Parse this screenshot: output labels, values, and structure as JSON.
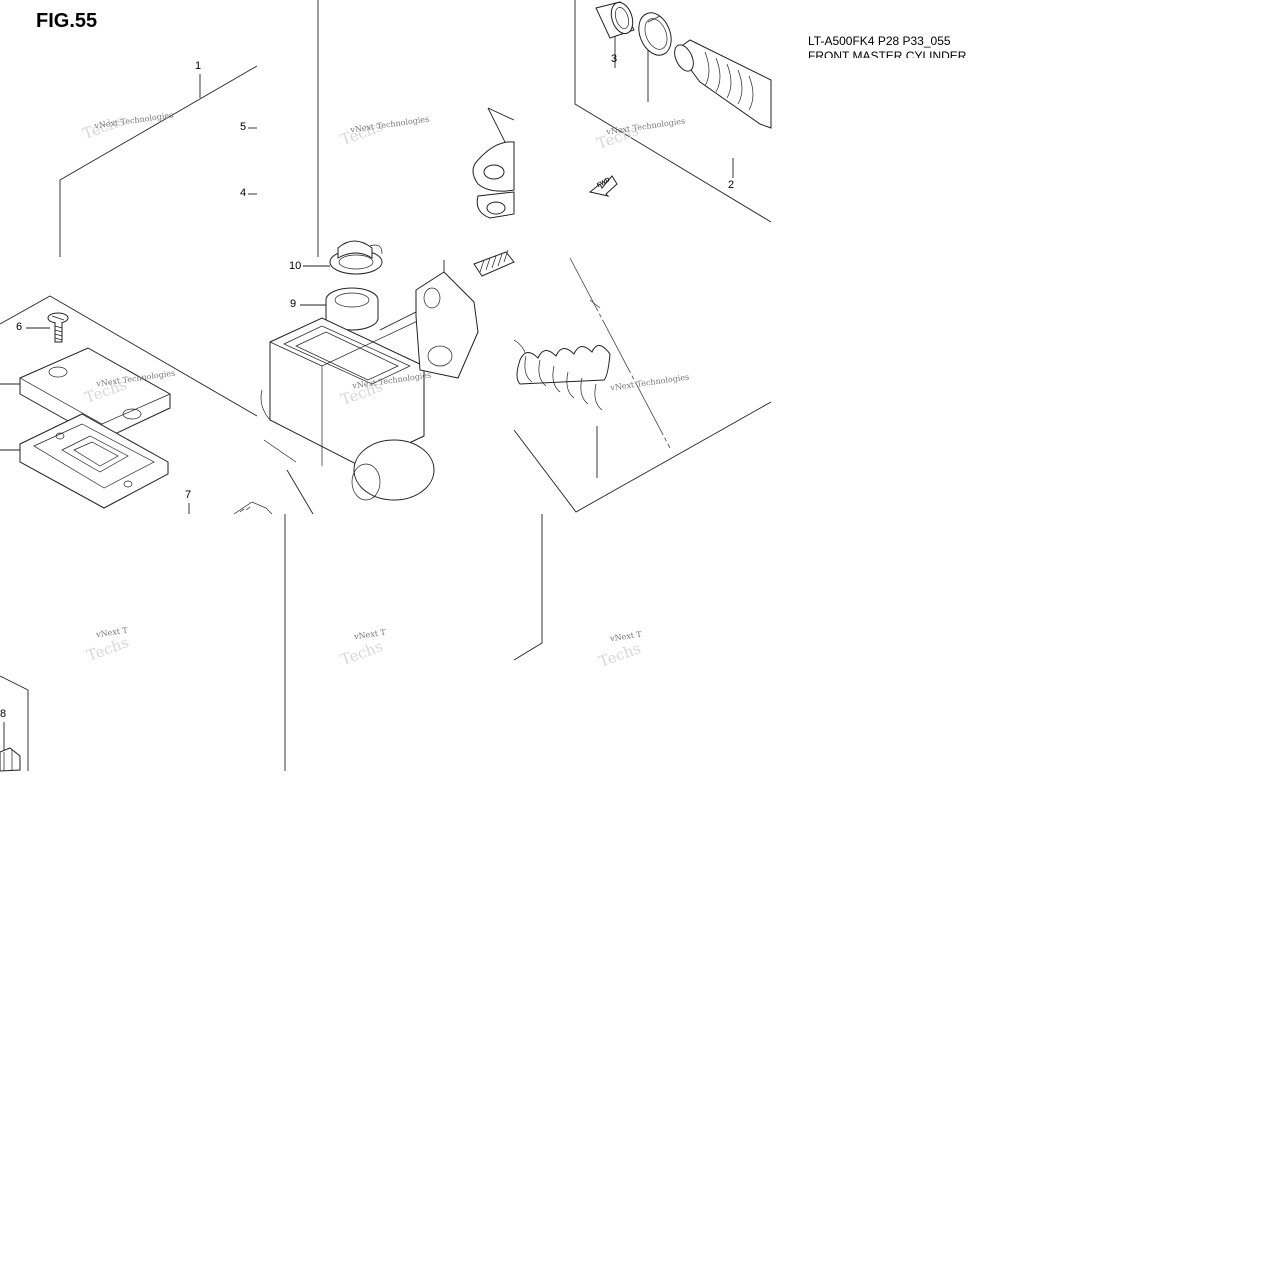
{
  "figure": {
    "title": "FIG.55",
    "model_code": "LT-A500FK4 P28 P33_055",
    "section_name": "FRONT MASTER CYLINDER",
    "fwd_marker": "FWD"
  },
  "callouts": {
    "c1": "1",
    "c2": "2",
    "c3": "3",
    "c4": "4",
    "c5": "5",
    "c6": "6",
    "c7": "7",
    "c8": "8",
    "c9": "9",
    "c10": "10"
  },
  "watermark": {
    "line1": "vNext Technologies",
    "line2": "Techs",
    "partial_a": "vNext T",
    "partial_b": "vNext T"
  }
}
